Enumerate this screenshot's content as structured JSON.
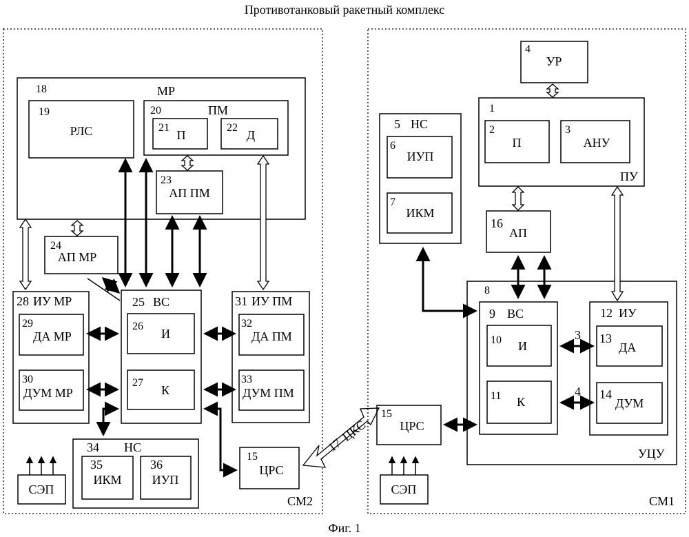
{
  "title": "Противотанковый ракетный комплекс",
  "caption": "Фиг. 1",
  "sm2": {
    "label": "СМ2",
    "mr": {
      "num": "18",
      "label": "МР"
    },
    "rls": {
      "num": "19",
      "label": "РЛС"
    },
    "pm": {
      "num": "20",
      "label": "ПМ"
    },
    "pm_p": {
      "num": "21",
      "label": "П"
    },
    "pm_d": {
      "num": "22",
      "label": "Д"
    },
    "ap_pm": {
      "num": "23",
      "label": "АП  ПМ"
    },
    "ap_mr": {
      "num": "24",
      "label": "АП МР"
    },
    "vs": {
      "num": "25",
      "label": "ВС"
    },
    "vs_i": {
      "num": "26",
      "label": "И"
    },
    "vs_k": {
      "num": "27",
      "label": "К"
    },
    "iu_mr": {
      "num": "28",
      "label": "ИУ МР"
    },
    "da_mr": {
      "num": "29",
      "label": "ДА МР"
    },
    "dum_mr": {
      "num": "30",
      "label": "ДУМ МР"
    },
    "iu_pm": {
      "num": "31",
      "label": "ИУ ПМ"
    },
    "da_pm": {
      "num": "32",
      "label": "ДА ПМ"
    },
    "dum_pm": {
      "num": "33",
      "label": "ДУМ ПМ"
    },
    "ns": {
      "num": "34",
      "label": "НС"
    },
    "ikm": {
      "num": "35",
      "label": "ИКМ"
    },
    "iup": {
      "num": "36",
      "label": "ИУП"
    },
    "crs": {
      "num": "15",
      "label": "ЦРС"
    },
    "sep": {
      "label": "СЭП"
    }
  },
  "link": {
    "num": "17",
    "label": "ЦКС"
  },
  "sm1": {
    "label": "СМ1",
    "ur": {
      "num": "4",
      "label": "УР"
    },
    "pu": {
      "num": "1",
      "label": "ПУ"
    },
    "pu_p": {
      "num": "2",
      "label": "П"
    },
    "anu": {
      "num": "3",
      "label": "АНУ"
    },
    "ns": {
      "num": "5",
      "label": "НС"
    },
    "iup": {
      "num": "6",
      "label": "ИУП"
    },
    "ikm": {
      "num": "7",
      "label": "ИКМ"
    },
    "ap": {
      "num": "16",
      "label": "АП"
    },
    "ucu": {
      "num": "8",
      "label": "УЦУ"
    },
    "vs": {
      "num": "9",
      "label": "ВС"
    },
    "vs_i": {
      "num": "10",
      "label": "И"
    },
    "vs_k": {
      "num": "11",
      "label": "К"
    },
    "iu": {
      "num": "12",
      "label": "ИУ"
    },
    "da": {
      "num": "13",
      "label": "ДА"
    },
    "dum": {
      "num": "14",
      "label": "ДУМ"
    },
    "crs": {
      "num": "15",
      "label": "ЦРС"
    },
    "sep": {
      "label": "СЭП"
    },
    "link3": "3",
    "link4": "4"
  }
}
